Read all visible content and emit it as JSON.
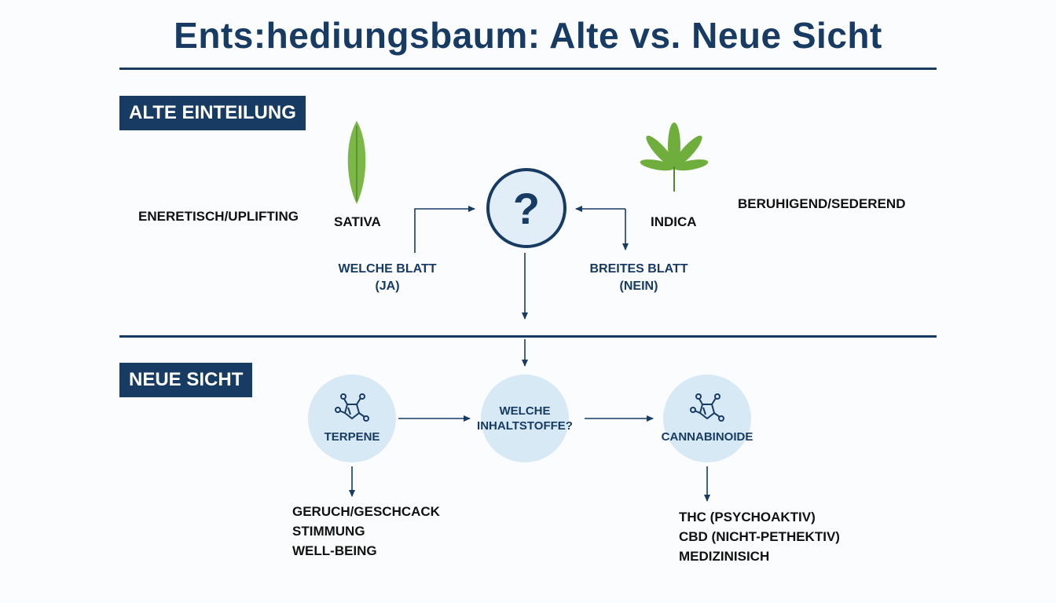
{
  "title": "Ents:hediungsbaum: Alte vs. Neue Sicht",
  "old_section": {
    "label": "ALTE EINTEILUNG",
    "left_effect": "ENERETISCH/UPLIFTING",
    "sativa_label": "SATIVA",
    "question_mark": "?",
    "indica_label": "INDICA",
    "right_effect": "BERUHIGEND/SEDEREND",
    "left_branch": {
      "line1": "WELCHE BLATT",
      "line2": "(JA)"
    },
    "right_branch": {
      "line1": "BREITES BLATT",
      "line2": "(NEIN)"
    }
  },
  "new_section": {
    "label": "NEUE SICHT",
    "terpene_label": "TERPENE",
    "center_line1": "WELCHE",
    "center_line2": "INHALTSTOFFE?",
    "cannabinoide_label": "CANNABINOIDE",
    "terpene_list": [
      "GERUCH/GESCHCACK",
      "STIMMUNG",
      "WELL-BEING"
    ],
    "cannabinoide_list": [
      "THC (PSYCHOAKTIV)",
      "CBD (NICHT-PETHEKTIV)",
      "MEDIZINISICH"
    ]
  },
  "colors": {
    "navy": "#173b63",
    "light_blue": "#d7e9f4",
    "leaf_green": "#6fae3c"
  }
}
